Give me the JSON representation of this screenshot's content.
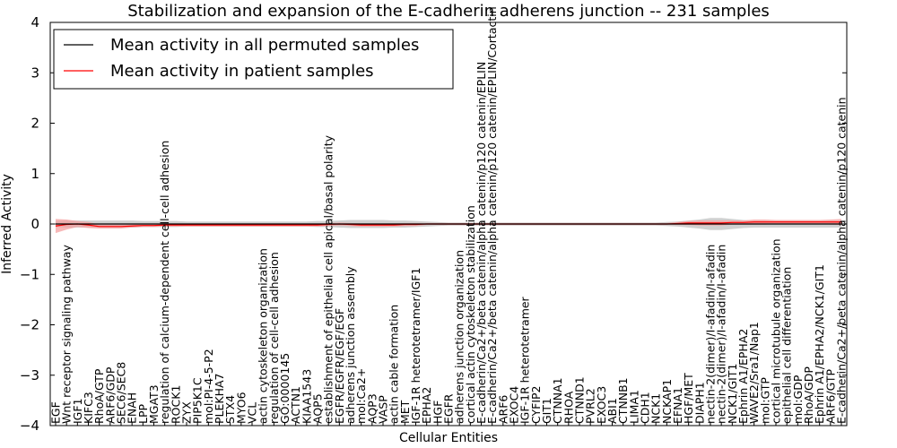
{
  "chart_data": {
    "type": "line",
    "title": "Stabilization and expansion of the E-cadherin adherens junction -- 231 samples",
    "xlabel": "Cellular Entities",
    "ylabel": "Inferred Activity",
    "ylim": [
      -4,
      4
    ],
    "yticks": [
      "−4",
      "−3",
      "−2",
      "−1",
      "0",
      "1",
      "2",
      "3",
      "4"
    ],
    "grid": false,
    "legend_placement": "top-left",
    "colors": {
      "permuted": "#000000",
      "patient": "#ff0000",
      "permuted_band": "#c8c8c8",
      "patient_band": "#f4a0a0"
    },
    "categories": [
      "EGF",
      "Wnt receptor signaling pathway",
      "IGF1",
      "KIFC3",
      "RhoA/GTP",
      "ARF6/GDP",
      "SEC6/SEC8",
      "ENAH",
      "LPP",
      "MGAT3",
      "regulation of calcium-dependent cell-cell adhesion",
      "ROCK1",
      "ZYX",
      "PIP5K1C",
      "mol:PI-4-5-P2",
      "PLEKHA7",
      "STX4",
      "MYO6",
      "VCL",
      "actin cytoskeleton organization",
      "regulation of cell-cell adhesion",
      "GO:0000145",
      "ACTN1",
      "KIAA1543",
      "AQP5",
      "establishment of epithelial cell apical/basal polarity",
      "EGFR/EGFR/EGF/EGF",
      "adherens junction assembly",
      "mol:Ca2+",
      "AQP3",
      "VASP",
      "actin cable formation",
      "MET",
      "IGF-1R heterotetramer/IGF1",
      "EPHA2",
      "HGF",
      "EGFR",
      "adherens junction organization",
      "cortical actin cytoskeleton stabilization",
      "E-cadherin/Ca2+/beta catenin/alpha catenin/p120 catenin/EPLIN",
      "E-cadherin/Ca2+/beta catenin/alpha catenin/p120 catenin/EPLIN/Cortactin",
      "ARF6",
      "EXOC4",
      "IGF-1R heterotetramer",
      "CYFIP2",
      "GIT1",
      "CTNNA1",
      "RHOA",
      "CTNND1",
      "PVRL2",
      "EXOC3",
      "ABI1",
      "CTNNB1",
      "LIMA1",
      "CDH1",
      "NCK1",
      "NCKAP1",
      "EFNA1",
      "HGF/MET",
      "DIAPH1",
      "nectin-2(dimer)/I-afadin/I-afadin",
      "nectin-2(dimer)/I-afadin/I-afadin",
      "NCK1/GIT1",
      "Ephrin A1/EPHA2",
      "WAVE2/Sra1/Nap1",
      "mol:GTP",
      "cortical microtubule organization",
      "epithelial cell differentiation",
      "mol:GDP",
      "RhoA/GDP",
      "Ephrin A1/EPHA2/NCK1/GIT1",
      "ARF6/GTP",
      "E-cadherin/Ca2+/beta catenin/alpha catenin/p120 catenin"
    ],
    "series": [
      {
        "name": "Mean activity in all permuted samples",
        "values": [
          0,
          0,
          0,
          0,
          0,
          0,
          0,
          0,
          0,
          0,
          0,
          0,
          0,
          0,
          0,
          0,
          0,
          0,
          0,
          0,
          0,
          0,
          0,
          0,
          0,
          0,
          0,
          0,
          0,
          0,
          0,
          0,
          0,
          0,
          0,
          0,
          0,
          0,
          0,
          0,
          0,
          0,
          0,
          0,
          0,
          0,
          0,
          0,
          0,
          0,
          0,
          0,
          0,
          0,
          0,
          0,
          0,
          0,
          0,
          0,
          0,
          0,
          0,
          0,
          0,
          0,
          0,
          0,
          0,
          0,
          0,
          0,
          0
        ],
        "band": [
          0.06,
          0.07,
          0.07,
          0.07,
          0.07,
          0.07,
          0.07,
          0.07,
          0.06,
          0.06,
          0.06,
          0.06,
          0.05,
          0.05,
          0.05,
          0.05,
          0.05,
          0.05,
          0.05,
          0.05,
          0.05,
          0.05,
          0.05,
          0.05,
          0.06,
          0.06,
          0.07,
          0.08,
          0.08,
          0.08,
          0.08,
          0.07,
          0.07,
          0.06,
          0.05,
          0.04,
          0.03,
          0.03,
          0.03,
          0.03,
          0.03,
          0.03,
          0.03,
          0.03,
          0.03,
          0.03,
          0.03,
          0.03,
          0.03,
          0.03,
          0.03,
          0.03,
          0.03,
          0.03,
          0.03,
          0.03,
          0.04,
          0.05,
          0.07,
          0.09,
          0.12,
          0.12,
          0.1,
          0.08,
          0.07,
          0.07,
          0.07,
          0.07,
          0.07,
          0.07,
          0.07,
          0.07,
          0.07
        ]
      },
      {
        "name": "Mean activity in patient samples",
        "values": [
          -0.04,
          -0.01,
          0,
          -0.02,
          -0.05,
          -0.05,
          -0.05,
          -0.04,
          -0.03,
          -0.03,
          -0.02,
          -0.02,
          -0.02,
          -0.02,
          -0.02,
          -0.02,
          -0.02,
          -0.02,
          -0.02,
          -0.02,
          -0.02,
          -0.02,
          -0.02,
          -0.02,
          -0.02,
          -0.01,
          0,
          -0.01,
          -0.02,
          -0.02,
          -0.02,
          -0.02,
          -0.01,
          -0.01,
          0,
          0,
          0,
          0,
          0,
          0,
          0,
          0,
          0,
          0,
          0,
          0,
          0,
          0,
          0,
          0,
          0,
          0,
          0,
          0,
          0,
          0,
          0,
          0.01,
          0.02,
          0.02,
          0.02,
          0.02,
          0.03,
          0.03,
          0.04,
          0.04,
          0.04,
          0.04,
          0.04,
          0.04,
          0.04,
          0.04,
          0.04
        ],
        "band": [
          0.14,
          0.1,
          0.06,
          0.06,
          0.04,
          0.04,
          0.04,
          0.03,
          0.03,
          0.03,
          0.03,
          0.03,
          0.03,
          0.03,
          0.03,
          0.03,
          0.03,
          0.03,
          0.03,
          0.03,
          0.03,
          0.03,
          0.03,
          0.03,
          0.03,
          0.03,
          0.03,
          0.03,
          0.03,
          0.03,
          0.03,
          0.03,
          0.03,
          0.03,
          0.02,
          0.02,
          0.02,
          0.02,
          0.02,
          0.02,
          0.02,
          0.02,
          0.02,
          0.02,
          0.02,
          0.02,
          0.02,
          0.02,
          0.02,
          0.02,
          0.02,
          0.02,
          0.02,
          0.02,
          0.02,
          0.02,
          0.02,
          0.03,
          0.04,
          0.05,
          0.05,
          0.05,
          0.04,
          0.04,
          0.05,
          0.05,
          0.04,
          0.04,
          0.04,
          0.04,
          0.04,
          0.05,
          0.06
        ]
      }
    ]
  }
}
